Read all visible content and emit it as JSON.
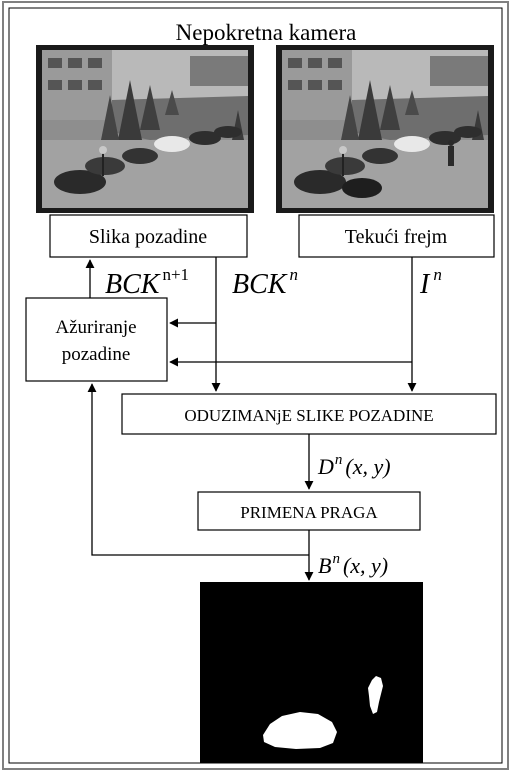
{
  "title": "Nepokretna kamera",
  "boxes": {
    "background_image": "Slika pozadine",
    "current_frame": "Tekući frejm",
    "background_update_line1": "Ažuriranje",
    "background_update_line2": "pozadine",
    "subtraction": "ODUZIMANjE SLIKE POZADINE",
    "threshold": "PRIMENA PRAGA"
  },
  "signals": {
    "bck_next": {
      "base": "BCK",
      "sup": "n+1"
    },
    "bck_current": {
      "base": "BCK",
      "sup": "n"
    },
    "input_frame": {
      "base": "I",
      "sup": "n"
    },
    "difference": {
      "base": "D",
      "sup": "n",
      "args": "(x, y)"
    },
    "binary_mask": {
      "base": "B",
      "sup": "n",
      "args": "(x, y)"
    }
  },
  "colors": {
    "line": "#000000",
    "frame": "#1a1a1a",
    "sky": "#a9a9a9",
    "grass": "#6e6e6e",
    "mask_bg": "#000000",
    "mask_fg": "#ffffff"
  }
}
